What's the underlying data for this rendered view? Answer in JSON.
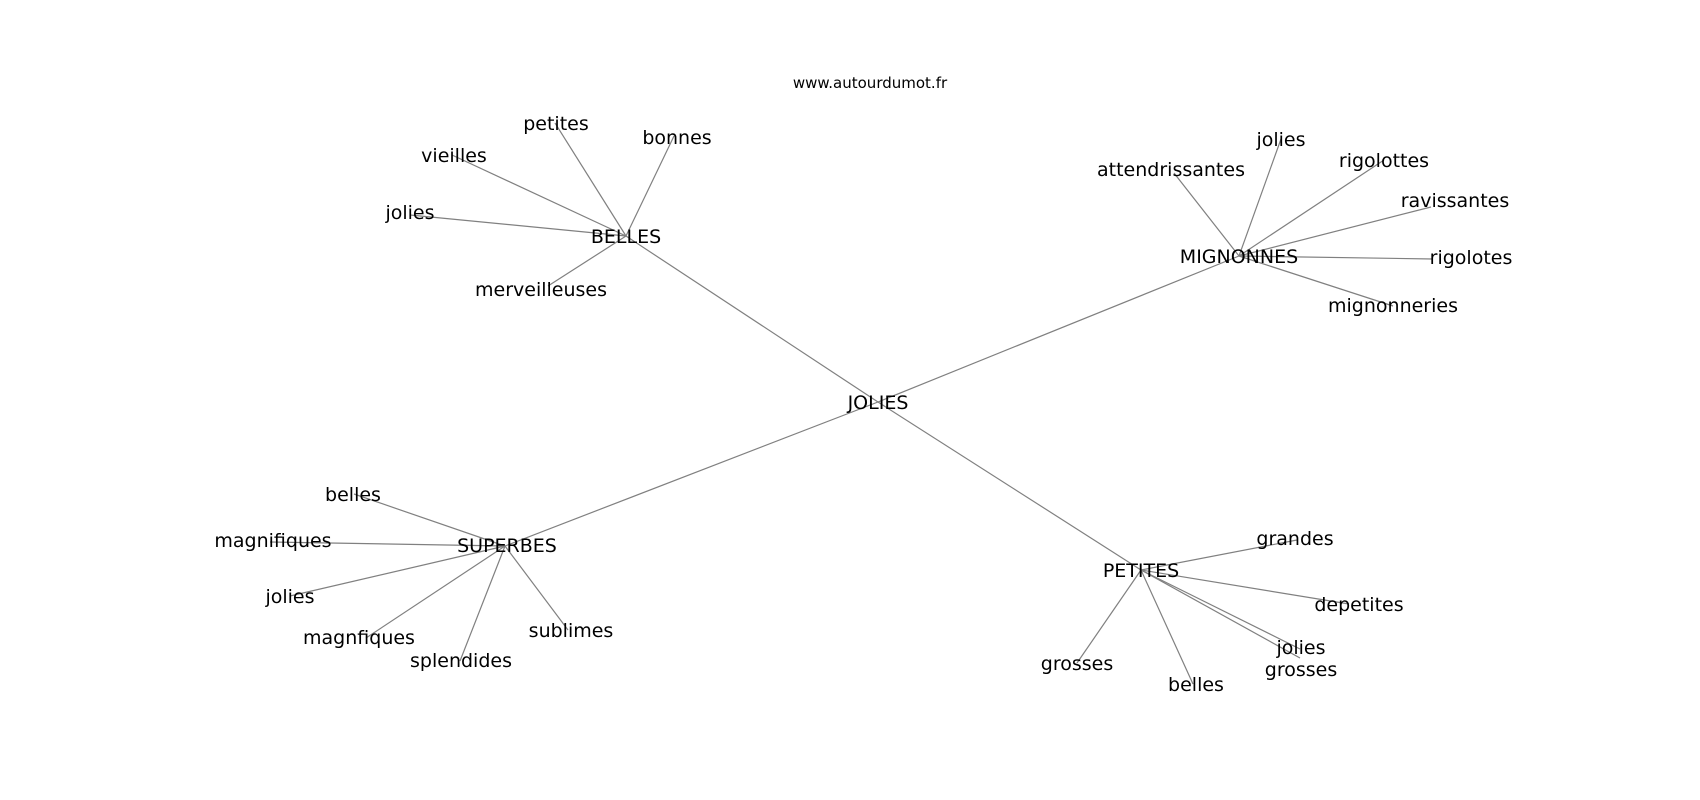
{
  "site": "www.autourdumot.fr",
  "center": {
    "id": "jolies_c",
    "label": "JOLIES"
  },
  "clusters": [
    {
      "id": "belles_c",
      "label": "BELLES",
      "words": [
        "petites",
        "bonnes",
        "vieilles",
        "jolies",
        "merveilleuses"
      ]
    },
    {
      "id": "mignonnes_c",
      "label": "MIGNONNES",
      "words": [
        "attendrissantes",
        "jolies",
        "rigolottes",
        "ravissantes",
        "rigolotes",
        "mignonneries"
      ]
    },
    {
      "id": "superbes_c",
      "label": "SUPERBES",
      "words": [
        "belles",
        "magnifiques",
        "jolies",
        "magnfiques",
        "splendides",
        "sublimes"
      ]
    },
    {
      "id": "petites_c",
      "label": "PETITES",
      "words": [
        "grandes",
        "depetites",
        "jolies",
        "grosses",
        "belles",
        "grosses"
      ]
    }
  ]
}
